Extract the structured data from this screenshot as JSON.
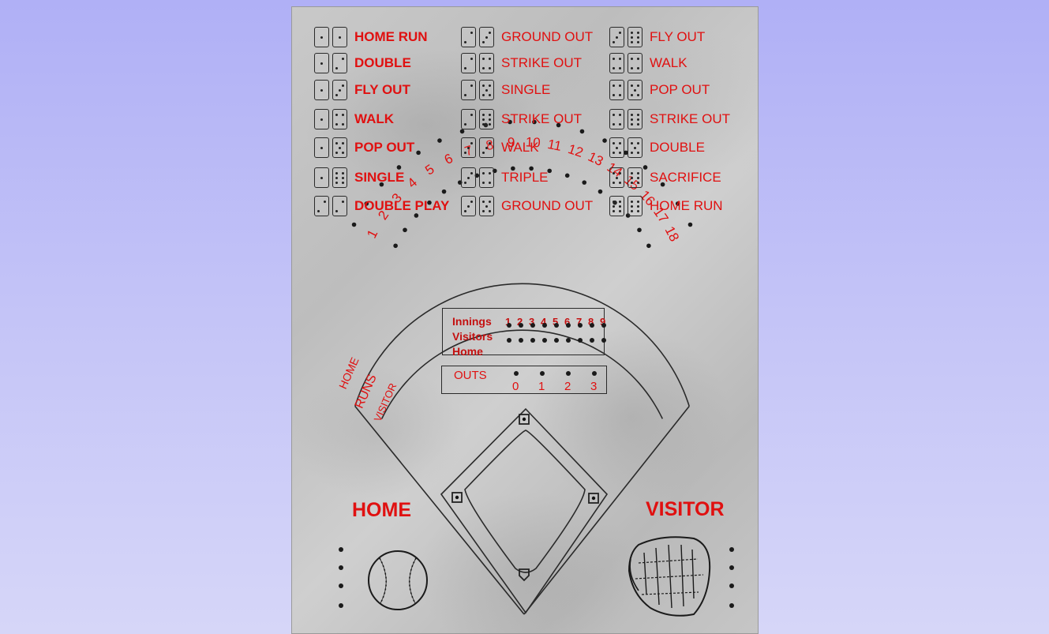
{
  "colors": {
    "text_red": "#e01010",
    "ink": "#2a2a2a",
    "page_bg": "#b4b4f6"
  },
  "rules": [
    [
      {
        "dice": [
          1,
          1
        ],
        "label": "HOME RUN"
      },
      {
        "dice": [
          1,
          2
        ],
        "label": "DOUBLE"
      },
      {
        "dice": [
          1,
          3
        ],
        "label": "FLY OUT"
      },
      {
        "dice": [
          1,
          4
        ],
        "label": "WALK"
      },
      {
        "dice": [
          1,
          5
        ],
        "label": "POP OUT"
      },
      {
        "dice": [
          1,
          6
        ],
        "label": "SINGLE"
      },
      {
        "dice": [
          2,
          2
        ],
        "label": "DOUBLE PLAY"
      }
    ],
    [
      {
        "dice": [
          2,
          3
        ],
        "label": "GROUND OUT"
      },
      {
        "dice": [
          2,
          4
        ],
        "label": "STRIKE OUT"
      },
      {
        "dice": [
          2,
          5
        ],
        "label": "SINGLE"
      },
      {
        "dice": [
          2,
          6
        ],
        "label": "STRIKE OUT"
      },
      {
        "dice": [
          3,
          3
        ],
        "label": "WALK"
      },
      {
        "dice": [
          3,
          4
        ],
        "label": "TRIPLE"
      },
      {
        "dice": [
          3,
          5
        ],
        "label": "GROUND OUT"
      }
    ],
    [
      {
        "dice": [
          3,
          6
        ],
        "label": "FLY OUT"
      },
      {
        "dice": [
          4,
          4
        ],
        "label": "WALK"
      },
      {
        "dice": [
          4,
          5
        ],
        "label": "POP OUT"
      },
      {
        "dice": [
          4,
          6
        ],
        "label": "STRIKE OUT"
      },
      {
        "dice": [
          5,
          5
        ],
        "label": "DOUBLE"
      },
      {
        "dice": [
          5,
          6
        ],
        "label": "SACRIFICE"
      },
      {
        "dice": [
          6,
          6
        ],
        "label": "HOME RUN"
      }
    ]
  ],
  "runs_track": {
    "numbers": [
      "1",
      "2",
      "3",
      "4",
      "5",
      "6",
      "7",
      "8",
      "9",
      "10",
      "11",
      "12",
      "13",
      "14",
      "15",
      "16",
      "17",
      "18"
    ],
    "home_label": "HOME",
    "runs_label": "RUNS",
    "visitor_label": "VISITOR"
  },
  "scoreboard": {
    "innings_label": "Innings",
    "visitors_label": "Visitors",
    "home_label": "Home",
    "innings": [
      "1",
      "2",
      "3",
      "4",
      "5",
      "6",
      "7",
      "8",
      "9"
    ]
  },
  "outs": {
    "label": "OUTS",
    "values": [
      "0",
      "1",
      "2",
      "3"
    ]
  },
  "teams": {
    "home": "HOME",
    "visitor": "VISITOR"
  }
}
